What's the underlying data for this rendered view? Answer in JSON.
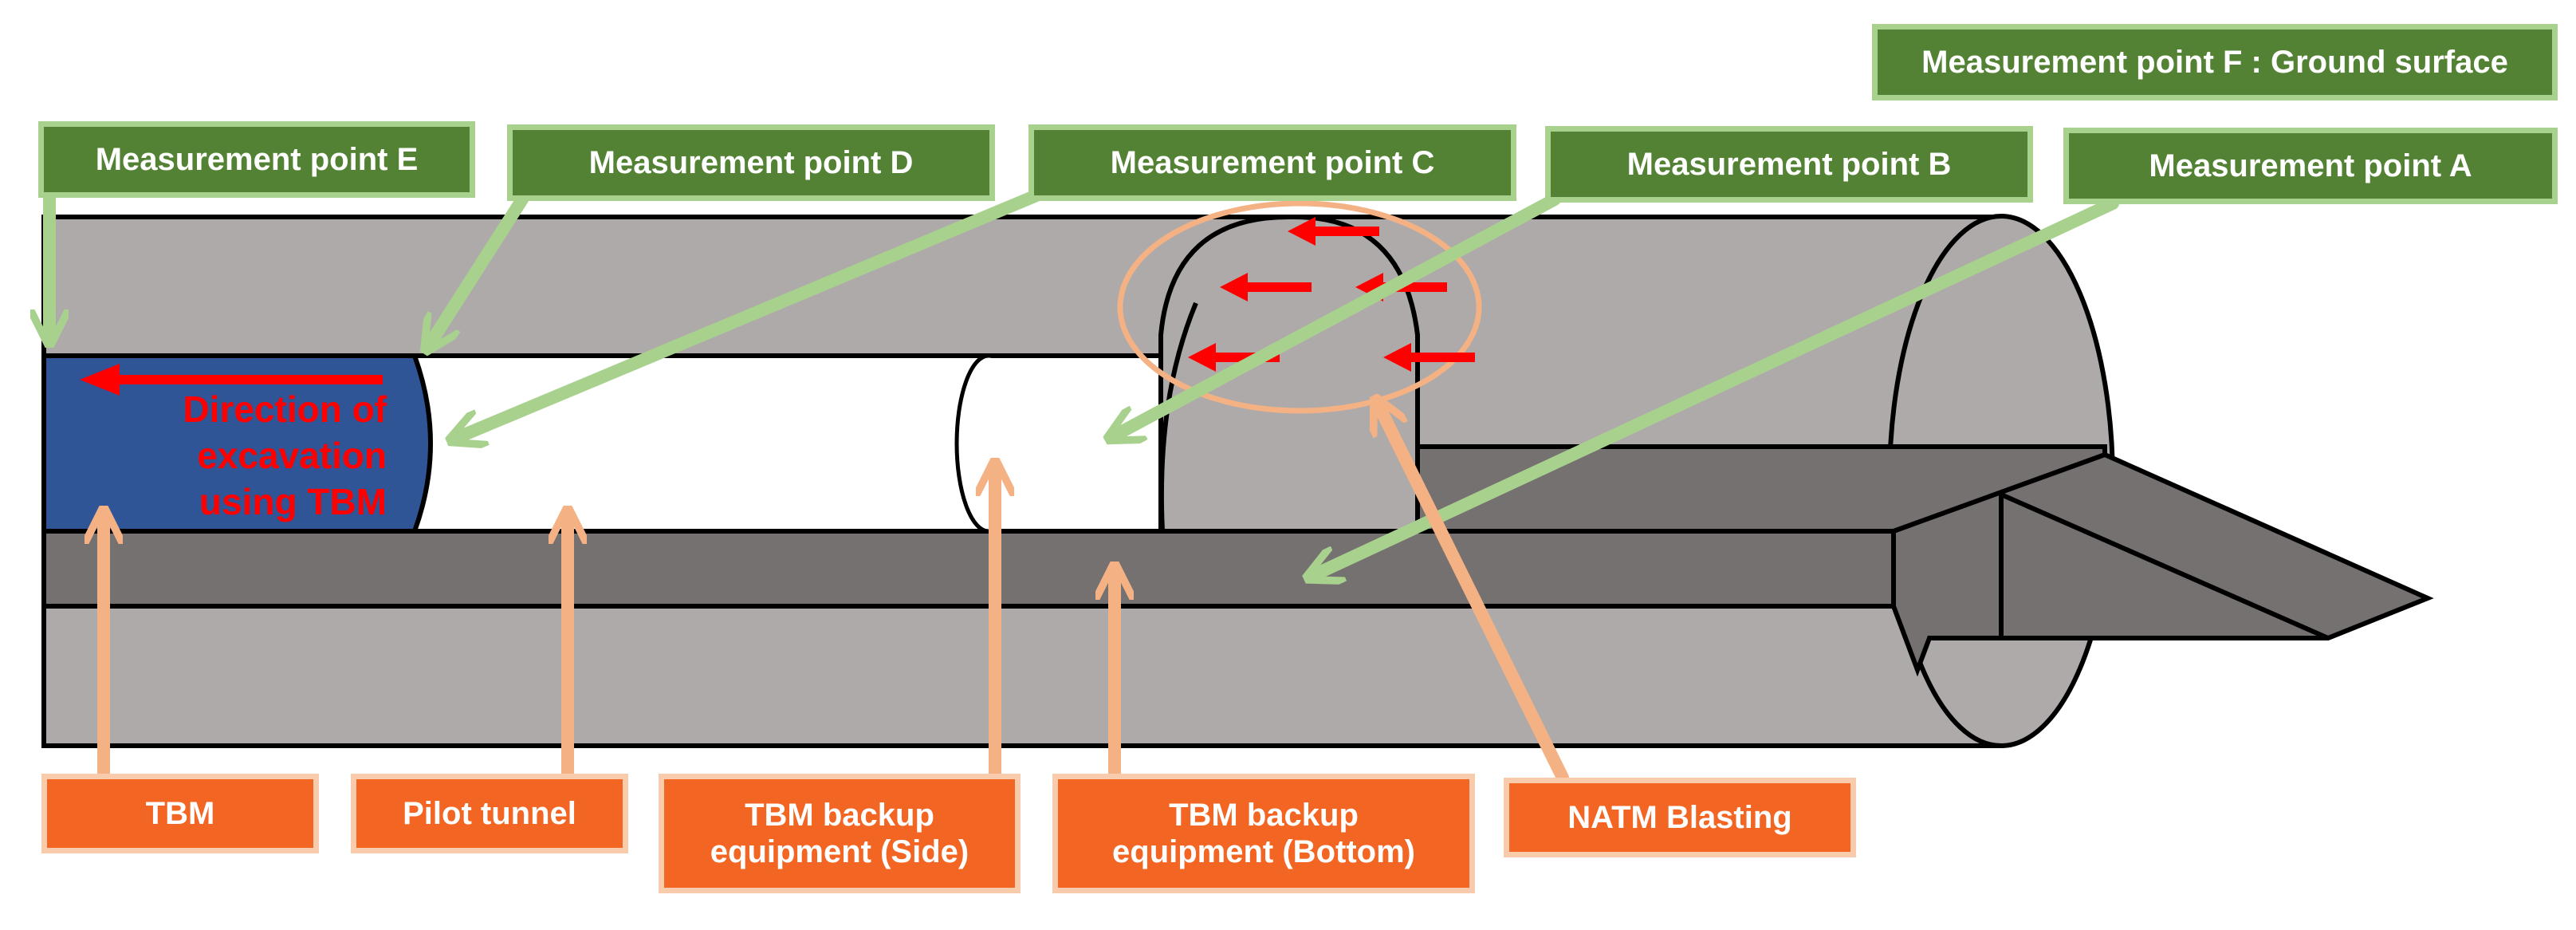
{
  "colors": {
    "outer_tunnel": "#aeaaaa",
    "dark_gray": "#767171",
    "tbm_blue": "#2f5597",
    "label_green": "#548235",
    "label_green_border": "#a9d18e",
    "label_orange": "#f26522",
    "label_orange_border": "#f8cbad",
    "arrow_green": "#a9d18e",
    "arrow_orange": "#f4b183",
    "blast_arrow_red": "#ff0000",
    "blast_circle": "#f4b183"
  },
  "measurement_points": {
    "f": "Measurement point F : Ground surface",
    "e": "Measurement point E",
    "d": "Measurement point D",
    "c": "Measurement point C",
    "b": "Measurement point B",
    "a": "Measurement point A"
  },
  "components": {
    "tbm": "TBM",
    "pilot_tunnel": "Pilot tunnel",
    "backup_side": "TBM backup equipment (Side)",
    "backup_bottom": "TBM backup equipment (Bottom)",
    "natm_blasting": "NATM Blasting"
  },
  "direction": {
    "line1": "Direction of",
    "line2": "excavation",
    "line3": "using TBM"
  }
}
